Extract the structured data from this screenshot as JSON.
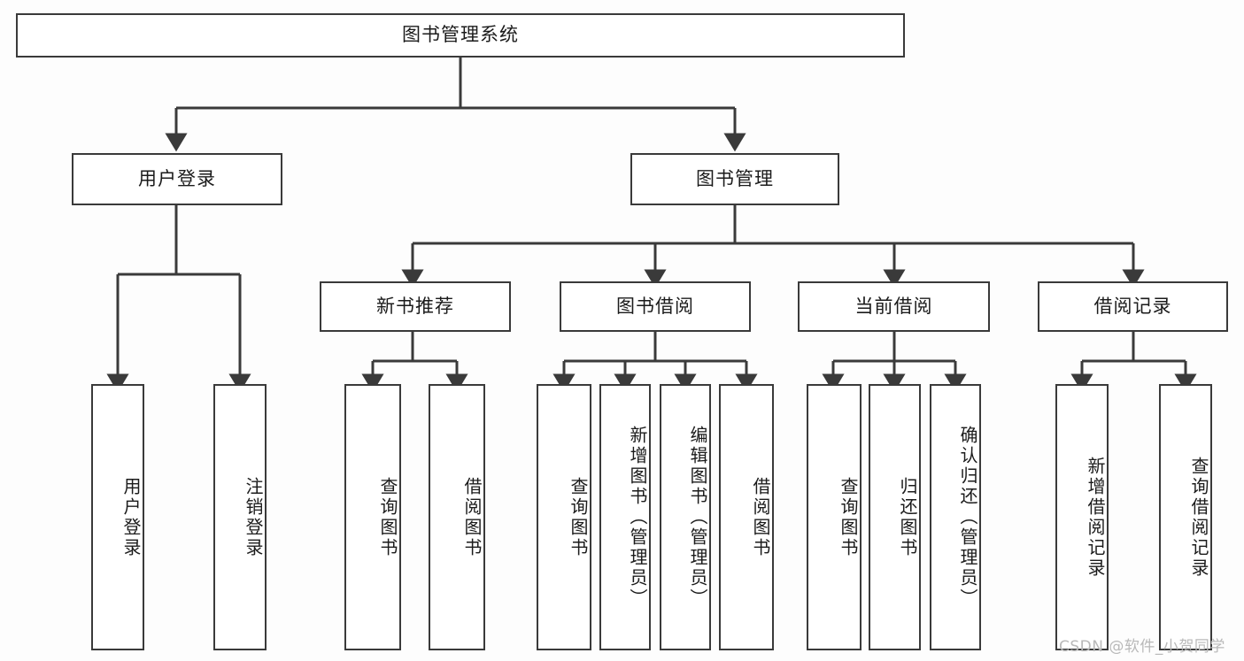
{
  "diagram": {
    "type": "tree",
    "title": "图书管理系统",
    "orientation": "top-down",
    "colors": {
      "background": "#fdfdfd",
      "node_fill": "#ffffff",
      "node_stroke": "#3a3a3a",
      "edge": "#3a3a3a",
      "text": "#1b1b1b",
      "watermark": "#b9b9b9"
    }
  },
  "root": {
    "label": "图书管理系统"
  },
  "level2": [
    {
      "label": "用户登录"
    },
    {
      "label": "图书管理"
    }
  ],
  "level3": [
    {
      "label": "新书推荐"
    },
    {
      "label": "图书借阅"
    },
    {
      "label": "当前借阅"
    },
    {
      "label": "借阅记录"
    }
  ],
  "leaves": {
    "user_login": [
      {
        "label": "用户登录"
      },
      {
        "label": "注销登录"
      }
    ],
    "new_book_recommend": [
      {
        "label": "查询图书"
      },
      {
        "label": "借阅图书"
      }
    ],
    "book_borrow": [
      {
        "label": "查询图书"
      },
      {
        "label": "新增图书（管理员）"
      },
      {
        "label": "编辑图书（管理员）"
      },
      {
        "label": "借阅图书"
      }
    ],
    "current_borrow": [
      {
        "label": "查询图书"
      },
      {
        "label": "归还图书"
      },
      {
        "label": "确认归还（管理员）"
      }
    ],
    "borrow_record": [
      {
        "label": "新增借阅记录"
      },
      {
        "label": "查询借阅记录"
      }
    ]
  },
  "watermark": {
    "text": "CSDN @软件_小贺同学"
  }
}
